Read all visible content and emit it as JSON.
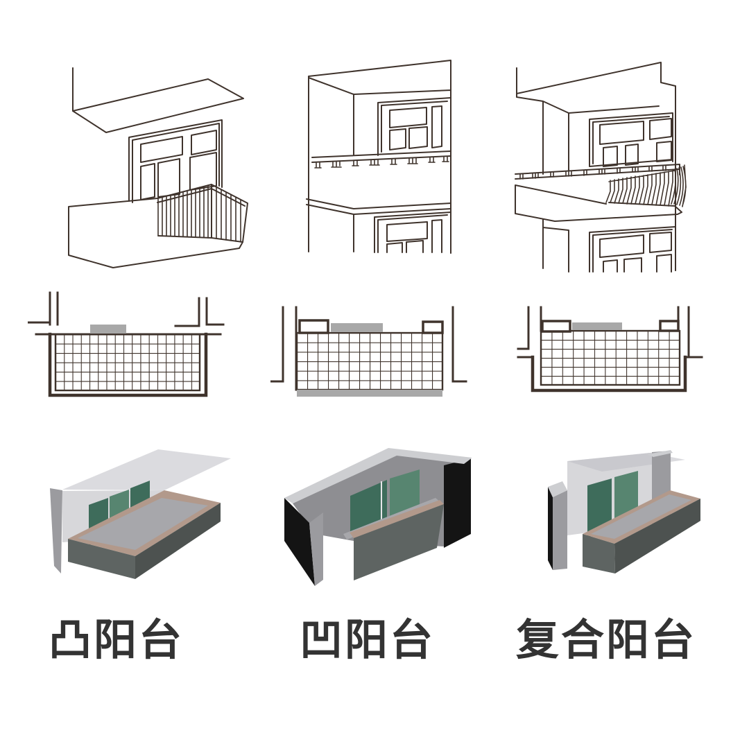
{
  "labels": {
    "protruding": "凸阳台",
    "recessed": "凹阳台",
    "composite": "复合阳台"
  },
  "colors": {
    "background": "#ffffff",
    "line": "#3f332c",
    "label-text": "#333333",
    "plan-gray": "#a8a8a8",
    "iso-light": "#cdced1",
    "iso-mid": "#9b9b9f",
    "iso-front": "#5e6462",
    "iso-side": "#4d5250",
    "iso-black": "#141414",
    "iso-tan": "#b2998b",
    "iso-floor": "#a7a7ab",
    "iso-green": "#3e6c5b",
    "iso-green-light": "#578570"
  }
}
